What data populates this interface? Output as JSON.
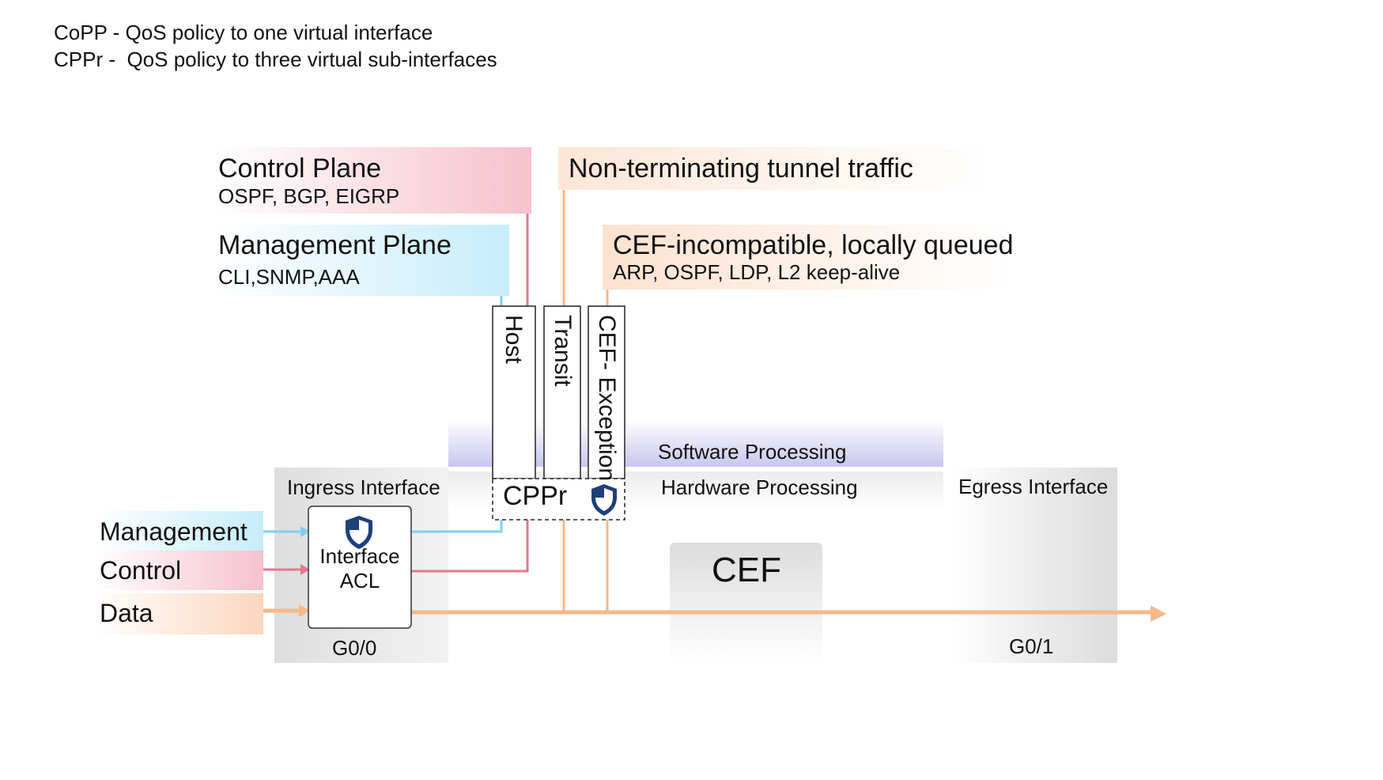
{
  "header": {
    "line1": "CoPP - QoS policy to one virtual interface",
    "line2": "CPPr -  QoS policy to three virtual sub-interfaces"
  },
  "control_plane": {
    "title": "Control Plane",
    "sub": "OSPF, BGP, EIGRP"
  },
  "management_plane": {
    "title": "Management Plane",
    "sub": "CLI,SNMP,AAA"
  },
  "tunnel": {
    "title": "Non-terminating tunnel traffic"
  },
  "cef_incompatible": {
    "title": "CEF-incompatible, locally queued",
    "sub": "ARP, OSPF, LDP, L2 keep-alive"
  },
  "sub_interfaces": {
    "host": "Host",
    "transit": "Transit",
    "cef_exception": "CEF- Exception"
  },
  "cppr": {
    "label": "CPPr"
  },
  "processing": {
    "software": "Software Processing",
    "hardware": "Hardware Processing"
  },
  "ingress": {
    "title": "Ingress Interface",
    "port": "G0/0",
    "acl_line1": "Interface",
    "acl_line2": "ACL"
  },
  "egress": {
    "title": "Egress Interface",
    "port": "G0/1"
  },
  "cef": {
    "label": "CEF"
  },
  "inputs": {
    "management": "Management",
    "control": "Control",
    "data": "Data"
  },
  "colors": {
    "control": "#e07a8f",
    "management": "#7fcff0",
    "data": "#f5b98a",
    "software_band": "#c9c6ef",
    "shield": "#1f3f7a"
  }
}
